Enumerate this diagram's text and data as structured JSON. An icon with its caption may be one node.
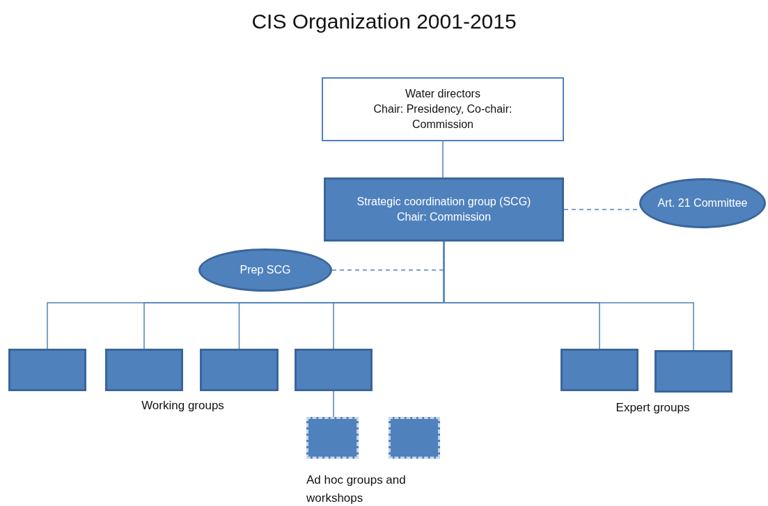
{
  "diagram": {
    "title": "CIS Organization 2001-2015",
    "nodes": [
      {
        "text": [
          "Water directors",
          "Chair: Presidency, Co-chair: Commission"
        ]
      },
      {
        "text": [
          "Strategic coordination group (SCG)",
          "Chair: Commission"
        ]
      },
      {
        "text": [
          "Art. 21 Committee"
        ]
      },
      {
        "text": [
          "Prep SCG"
        ]
      },
      {
        "text": [],
        "shape": "box"
      },
      {
        "text": [],
        "shape": "box"
      },
      {
        "text": [],
        "shape": "box"
      },
      {
        "text": [],
        "shape": "box"
      },
      {
        "text": [],
        "shape": "box"
      },
      {
        "text": [],
        "shape": "box"
      },
      {
        "text": [],
        "shape": "box"
      },
      {
        "text": [],
        "shape": "box"
      }
    ],
    "edges": [
      {
        "from": 0,
        "to": 1,
        "arrow": "none"
      },
      {
        "from": 1,
        "to": 2,
        "arrow": "none",
        "style": "dashed"
      },
      {
        "from": 3,
        "to": 1,
        "arrow": "none",
        "style": "dashed"
      },
      {
        "from": 1,
        "to": 4,
        "arrow": "none"
      },
      {
        "from": 1,
        "to": 5,
        "arrow": "none"
      },
      {
        "from": 1,
        "to": 6,
        "arrow": "none"
      },
      {
        "from": 1,
        "to": 7,
        "arrow": "none"
      },
      {
        "from": 1,
        "to": 8,
        "arrow": "none"
      },
      {
        "from": 1,
        "to": 9,
        "arrow": "none"
      },
      {
        "from": 7,
        "to": 10,
        "arrow": "none"
      }
    ],
    "labels": [
      "Working groups",
      "Expert groups",
      "Ad hoc groups and workshops"
    ]
  }
}
